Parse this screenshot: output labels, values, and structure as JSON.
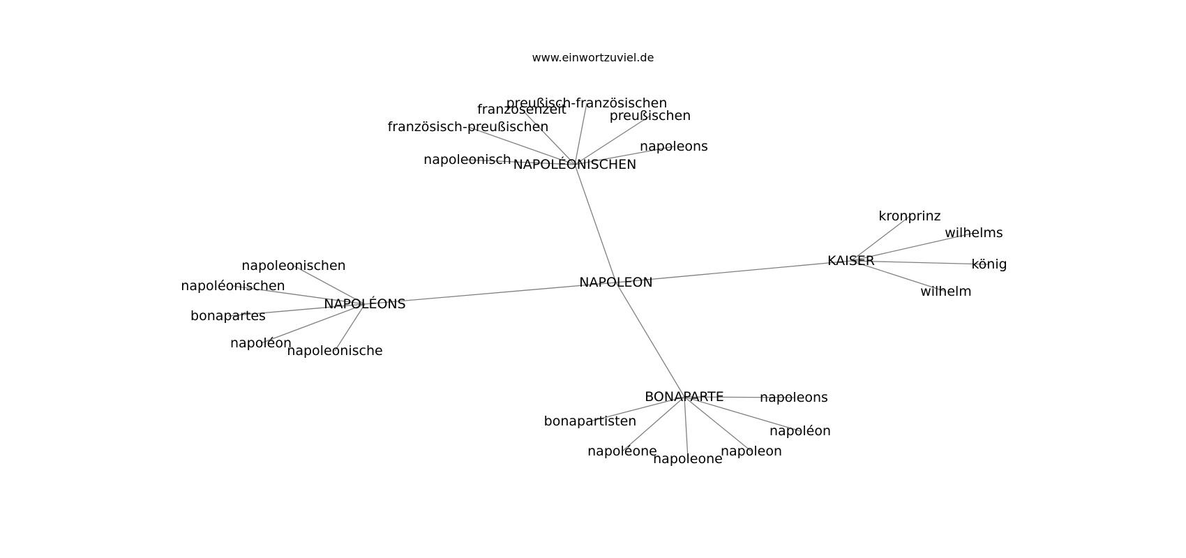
{
  "title": "www.einwortzuviel.de",
  "graph": {
    "nodes": [
      {
        "id": "NAPOLEON",
        "label": "NAPOLEON"
      },
      {
        "id": "NAPOLÉONISCHEN",
        "label": "NAPOLÉONISCHEN"
      },
      {
        "id": "KAISER",
        "label": "KAISER"
      },
      {
        "id": "NAPOLÉONS",
        "label": "NAPOLÉONS"
      },
      {
        "id": "BONAPARTE",
        "label": "BONAPARTE"
      },
      {
        "id": "n_preussisch_franzoesischen",
        "label": "preußisch-französischen"
      },
      {
        "id": "n_franzosenzeit",
        "label": "franzosenzeit"
      },
      {
        "id": "n_preussischen",
        "label": "preußischen"
      },
      {
        "id": "n_franzoesisch_preussischen",
        "label": "französisch-preußischen"
      },
      {
        "id": "n_napoleons_1",
        "label": "napoleons"
      },
      {
        "id": "n_napoleonisch",
        "label": "napoleonisch"
      },
      {
        "id": "n_kronprinz",
        "label": "kronprinz"
      },
      {
        "id": "n_wilhelms",
        "label": "wilhelms"
      },
      {
        "id": "n_koenig",
        "label": "könig"
      },
      {
        "id": "n_wilhelm",
        "label": "wilhelm"
      },
      {
        "id": "n_napoleonischen",
        "label": "napoleonischen"
      },
      {
        "id": "n_napoleonischen_acc",
        "label": "napoléonischen"
      },
      {
        "id": "n_bonapartes",
        "label": "bonapartes"
      },
      {
        "id": "n_napoleon_acc_1",
        "label": "napoléon"
      },
      {
        "id": "n_napoleonische",
        "label": "napoleonische"
      },
      {
        "id": "n_napoleons_2",
        "label": "napoleons"
      },
      {
        "id": "n_bonapartisten",
        "label": "bonapartisten"
      },
      {
        "id": "n_napoleon_acc_2",
        "label": "napoléon"
      },
      {
        "id": "n_napoleone",
        "label": "napoléone"
      },
      {
        "id": "n_napoleone_plain",
        "label": "napoleone"
      },
      {
        "id": "n_napoleon_plain",
        "label": "napoleon"
      }
    ],
    "edges": [
      [
        "NAPOLEON",
        "NAPOLÉONISCHEN"
      ],
      [
        "NAPOLEON",
        "KAISER"
      ],
      [
        "NAPOLEON",
        "NAPOLÉONS"
      ],
      [
        "NAPOLEON",
        "BONAPARTE"
      ],
      [
        "NAPOLÉONISCHEN",
        "n_preussisch_franzoesischen"
      ],
      [
        "NAPOLÉONISCHEN",
        "n_franzosenzeit"
      ],
      [
        "NAPOLÉONISCHEN",
        "n_preussischen"
      ],
      [
        "NAPOLÉONISCHEN",
        "n_franzoesisch_preussischen"
      ],
      [
        "NAPOLÉONISCHEN",
        "n_napoleons_1"
      ],
      [
        "NAPOLÉONISCHEN",
        "n_napoleonisch"
      ],
      [
        "KAISER",
        "n_kronprinz"
      ],
      [
        "KAISER",
        "n_wilhelms"
      ],
      [
        "KAISER",
        "n_koenig"
      ],
      [
        "KAISER",
        "n_wilhelm"
      ],
      [
        "NAPOLÉONS",
        "n_napoleonischen"
      ],
      [
        "NAPOLÉONS",
        "n_napoleonischen_acc"
      ],
      [
        "NAPOLÉONS",
        "n_bonapartes"
      ],
      [
        "NAPOLÉONS",
        "n_napoleon_acc_1"
      ],
      [
        "NAPOLÉONS",
        "n_napoleonische"
      ],
      [
        "BONAPARTE",
        "n_napoleons_2"
      ],
      [
        "BONAPARTE",
        "n_bonapartisten"
      ],
      [
        "BONAPARTE",
        "n_napoleon_acc_2"
      ],
      [
        "BONAPARTE",
        "n_napoleone"
      ],
      [
        "BONAPARTE",
        "n_napoleone_plain"
      ],
      [
        "BONAPARTE",
        "n_napoleon_plain"
      ]
    ]
  }
}
